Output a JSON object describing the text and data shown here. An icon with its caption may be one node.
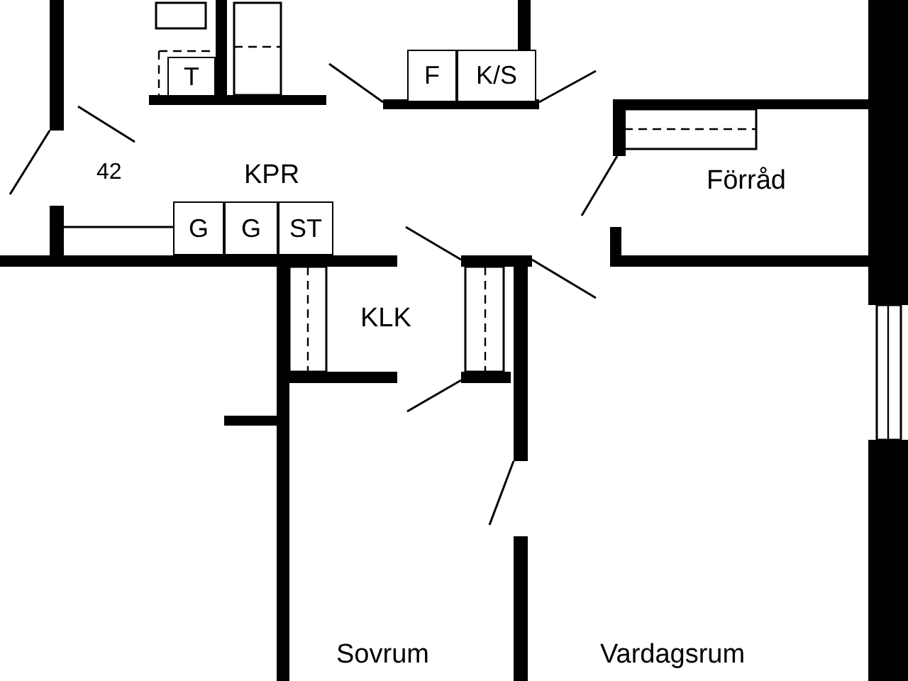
{
  "diagram": {
    "nodes": [
      {
        "text": [
          "T"
        ]
      },
      {
        "text": [
          "F"
        ]
      },
      {
        "text": [
          "K/S"
        ]
      },
      {
        "text": [
          "G"
        ]
      },
      {
        "text": [
          "G"
        ]
      },
      {
        "text": [
          "ST"
        ]
      }
    ],
    "labels": [
      "42",
      "KPR",
      "Förråd",
      "KLK",
      "Sovrum",
      "Vardagsrum"
    ]
  }
}
